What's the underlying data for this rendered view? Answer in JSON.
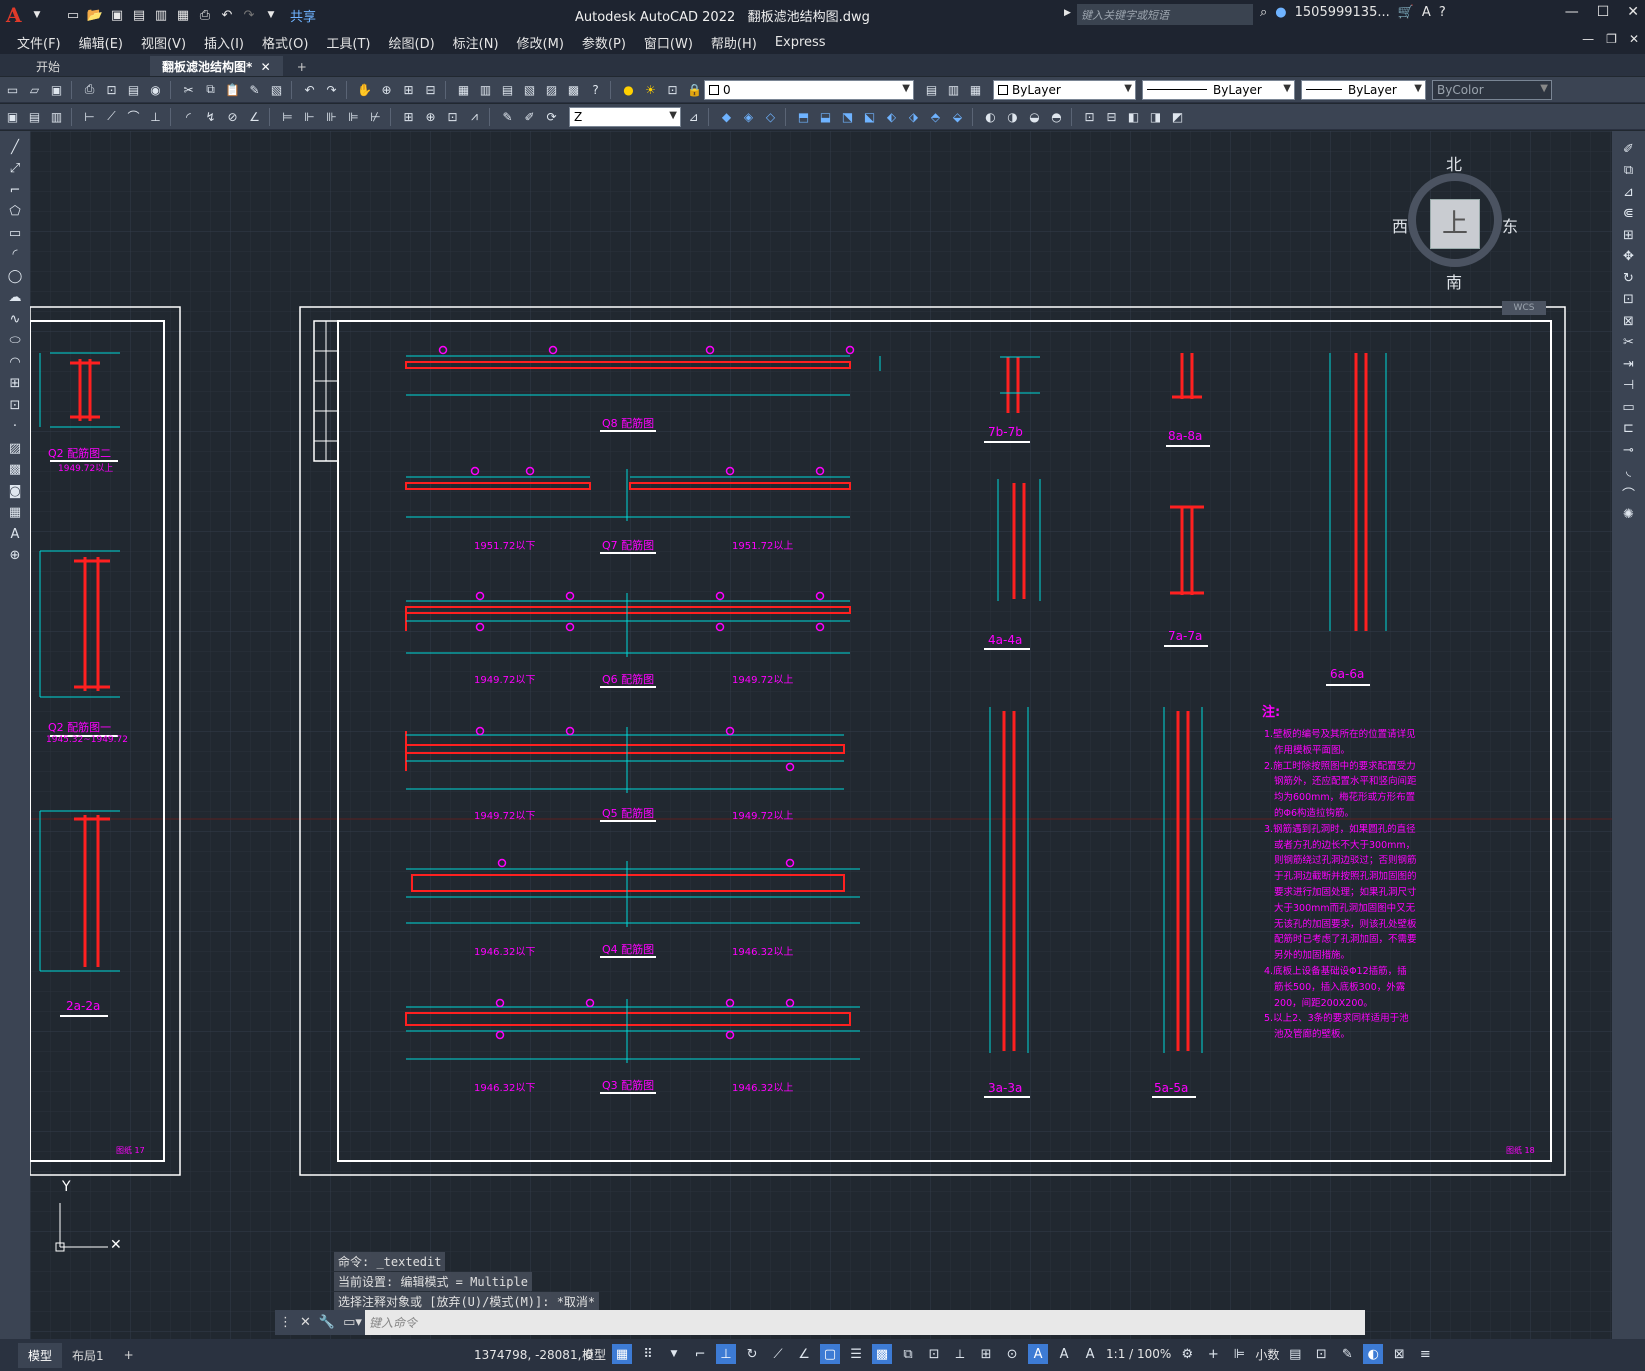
{
  "title": {
    "app_title": "Autodesk AutoCAD 2022",
    "file_name": "翻板滤池结构图.dwg",
    "search_placeholder": "键入关键字或短语",
    "user": "1505999135...",
    "share": "共享"
  },
  "menu": [
    "文件(F)",
    "编辑(E)",
    "视图(V)",
    "插入(I)",
    "格式(O)",
    "工具(T)",
    "绘图(D)",
    "标注(N)",
    "修改(M)",
    "参数(P)",
    "窗口(W)",
    "帮助(H)",
    "Express"
  ],
  "tabs": [
    {
      "label": "开始",
      "active": false
    },
    {
      "label": "翻板滤池结构图*",
      "active": true
    }
  ],
  "toolbar": {
    "layer_value": "0",
    "color_value": "ByLayer",
    "linetype_value": "ByLayer",
    "lineweight_value": "ByLayer",
    "plotstyle_value": "ByColor",
    "ucs_value": "Z"
  },
  "viewcube": {
    "north": "北",
    "south": "南",
    "east": "东",
    "west": "西",
    "top": "上",
    "wcs": "WCS"
  },
  "drawing": {
    "left_titles": [
      "Q2 配筋图二",
      "Q2 配筋图一",
      "2a-2a"
    ],
    "left_subtitles": [
      "1949.72以上",
      "1945.32~1949.72"
    ],
    "left_sheet": "图纸 17",
    "beam_titles": [
      "Q8 配筋图",
      "Q7 配筋图",
      "Q6 配筋图",
      "Q5 配筋图",
      "Q4 配筋图",
      "Q3 配筋图"
    ],
    "beam_notes_left": [
      "1951.72以下",
      "1949.72以下",
      "1949.72以下",
      "1946.32以下",
      "1946.32以下"
    ],
    "beam_notes_right": [
      "1951.72以上",
      "1949.72以上",
      "1949.72以上",
      "1946.32以上",
      "1946.32以上"
    ],
    "section_titles": [
      "7b-7b",
      "8a-8a",
      "6a-6a",
      "4a-4a",
      "7a-7a",
      "3a-3a",
      "5a-5a"
    ],
    "notes_title": "注:",
    "notes": [
      "1.壁板的编号及其所在的位置请详见",
      "作用模板平面图。",
      "2.施工时除按照图中的要求配置受力",
      "钢筋外，还应配置水平和竖向间距",
      "均为600mm，梅花形或方形布置",
      "的Φ6构造拉钩筋。",
      "3.钢筋遇到孔洞时，如果圆孔的直径",
      "或者方孔的边长不大于300mm，",
      "则钢筋绕过孔洞边驳过；否则钢筋",
      "于孔洞边截断并按照孔洞加固图的",
      "要求进行加固处理；如果孔洞尺寸",
      "大于300mm而孔洞加固图中又无",
      "无该孔的加固要求，则该孔处壁板",
      "配筋时已考虑了孔洞加固，不需要",
      "另外的加固措施。",
      "4.底板上设备基础设Φ12插筋，插",
      "筋长500，插入底板300，外露",
      "200，间距200X200。",
      "5.以上2、3条的要求同样适用于池",
      "池及管廊的壁板。"
    ],
    "right_sheet": "图纸 18"
  },
  "command": {
    "history": [
      "命令: _textedit",
      "当前设置: 编辑模式 = Multiple",
      "选择注释对象或 [放弃(U)/模式(M)]: *取消*"
    ],
    "placeholder": "键入命令"
  },
  "status": {
    "model_tab": "模型",
    "layout_tab": "布局1",
    "coords": "1374798, -28081, 0",
    "model_label": "模型",
    "scale": "1:1 / 100%",
    "units": "小数"
  },
  "colors": {
    "magenta": "#ff00ff",
    "cyan": "#00d8d8",
    "red": "#ff2020",
    "white": "#ffffff"
  }
}
